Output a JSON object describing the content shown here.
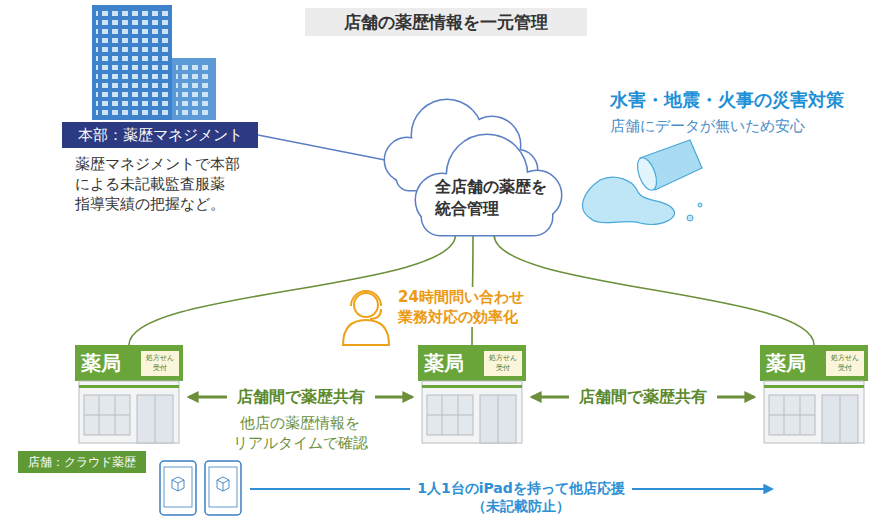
{
  "diagram": {
    "title": "店舗の薬歴情報を一元管理",
    "nodes": [
      {
        "text": [
          "本部：薬歴マネジメント",
          "薬歴マネジメントで本部 による未記載監査服薬 指導実績の把握など。"
        ]
      },
      {
        "text": [
          "全店舗の薬歴を 統合管理"
        ]
      },
      {
        "text": [
          "薬局",
          "処方せん 受付"
        ]
      },
      {
        "text": [
          "薬局",
          "処方せん 受付"
        ]
      },
      {
        "text": [
          "薬局",
          "処方せん 受付"
        ]
      },
      {
        "text": [
          "店舗：クラウド薬歴"
        ]
      }
    ],
    "edges": [
      {
        "from": 0,
        "to": 1,
        "arrow": "none"
      },
      {
        "from": 1,
        "to": 2,
        "arrow": "none"
      },
      {
        "from": 1,
        "to": 3,
        "arrow": "none"
      },
      {
        "from": 1,
        "to": 4,
        "arrow": "none"
      },
      {
        "from": 2,
        "to": 3,
        "label": "店舗間で薬歴共有",
        "arrow": "both"
      },
      {
        "from": 3,
        "to": 4,
        "label": "店舗間で薬歴共有",
        "arrow": "both"
      }
    ],
    "labels": [
      "水害・地震・火事の災害対策",
      "店舗にデータが無いため安心",
      "24時間問い合わせ 業務対応の効率化",
      "他店の薬歴情報を リアルタイムで確認",
      "1人1台のiPadを持って他店応援 （未記載防止）"
    ]
  }
}
